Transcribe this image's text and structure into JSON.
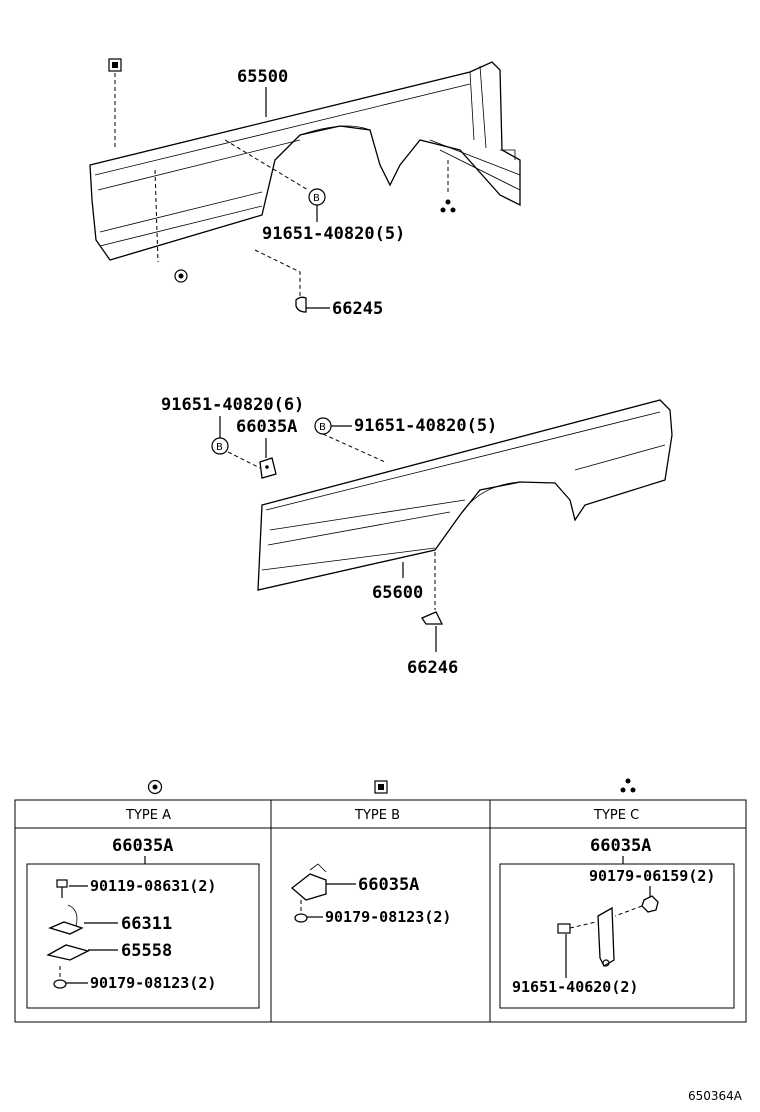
{
  "diagram_code": "650364A",
  "upper_assembly": {
    "part_main": "65500",
    "bolt_callout": "91651-40820(5)",
    "bolt_symbol": "B",
    "part_mud": "66245",
    "marker_a_icon": "circle-c-marker-icon",
    "marker_b_icon": "square-marker-icon",
    "marker_c_icon": "three-dot-marker-icon"
  },
  "lower_assembly": {
    "bolt_callout_left": "91651-40820(6)",
    "bolt_symbol": "B",
    "bracket": "66035A",
    "bolt_callout_right": "91651-40820(5)",
    "part_main": "65600",
    "part_mud": "66246"
  },
  "types_table": {
    "type_a": {
      "header": "TYPE A",
      "icon": "circle-c-marker-icon",
      "assembly": "66035A",
      "parts": [
        "90119-08631(2)",
        "66311",
        "65558",
        "90179-08123(2)"
      ]
    },
    "type_b": {
      "header": "TYPE B",
      "icon": "square-marker-icon",
      "parts": [
        "66035A",
        "90179-08123(2)"
      ]
    },
    "type_c": {
      "header": "TYPE C",
      "icon": "three-dot-marker-icon",
      "assembly": "66035A",
      "parts": [
        "90179-06159(2)",
        "91651-40620(2)"
      ]
    }
  }
}
